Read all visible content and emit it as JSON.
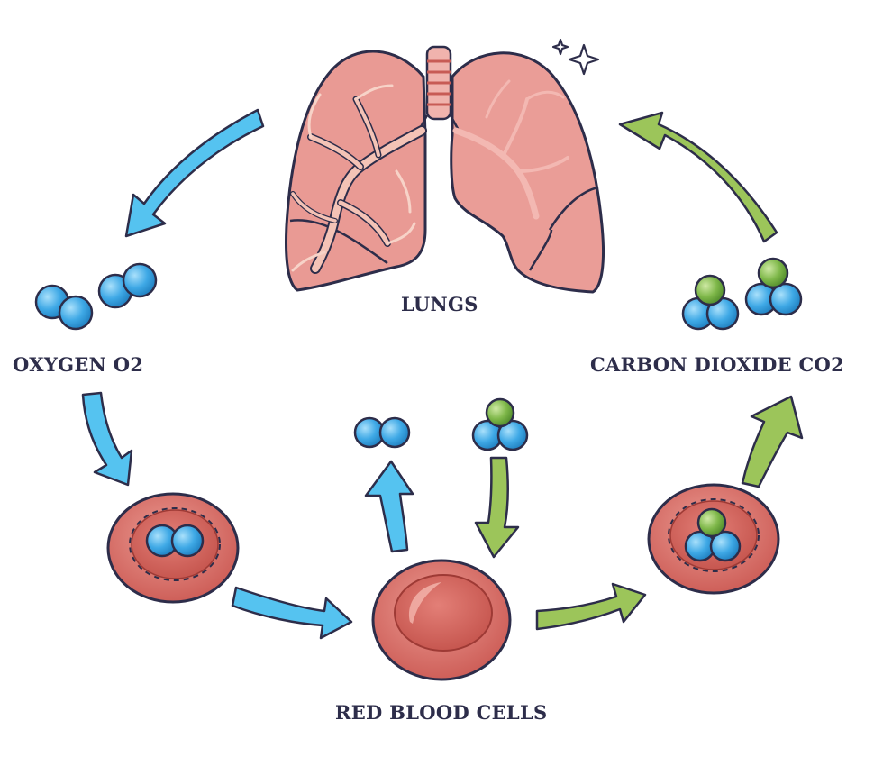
{
  "labels": {
    "lungs": "LUNGS",
    "oxygen": "OXYGEN O2",
    "carbon_dioxide": "CARBON DIOXIDE CO2",
    "red_blood_cells": "RED BLOOD CELLS"
  },
  "colors": {
    "oxygen_blue": "#3fa9e6",
    "co2_green": "#7fb84a",
    "arrow_blue": "#55c3f0",
    "arrow_green": "#9cc55a",
    "lung_pink": "#e99a94",
    "cell_red": "#d96a63",
    "outline": "#2d2d4a"
  }
}
